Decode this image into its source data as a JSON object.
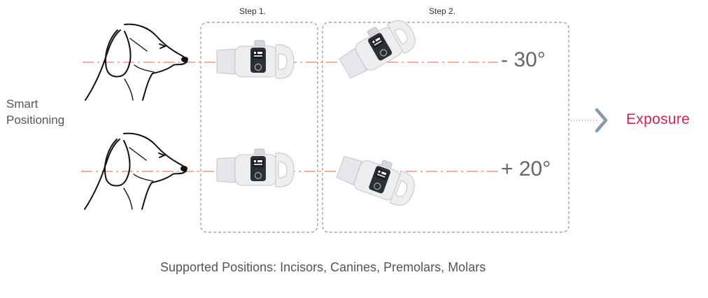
{
  "steps": [
    "Step 1.",
    "Step 2."
  ],
  "side_label": [
    "Smart",
    "Positioning"
  ],
  "angles": {
    "top": "- 30°",
    "bottom": "+ 20°"
  },
  "result": {
    "label": "Exposure",
    "color": "#d6204f"
  },
  "footer": "Supported Positions: Incisors, Canines, Premolars, Molars",
  "colors": {
    "beam": "#e9825a",
    "box_border": "#8a99a8",
    "arrow": "#8a99a8"
  },
  "icons": [
    "dog-head-icon",
    "xray-device-icon",
    "chevron-right-icon"
  ]
}
